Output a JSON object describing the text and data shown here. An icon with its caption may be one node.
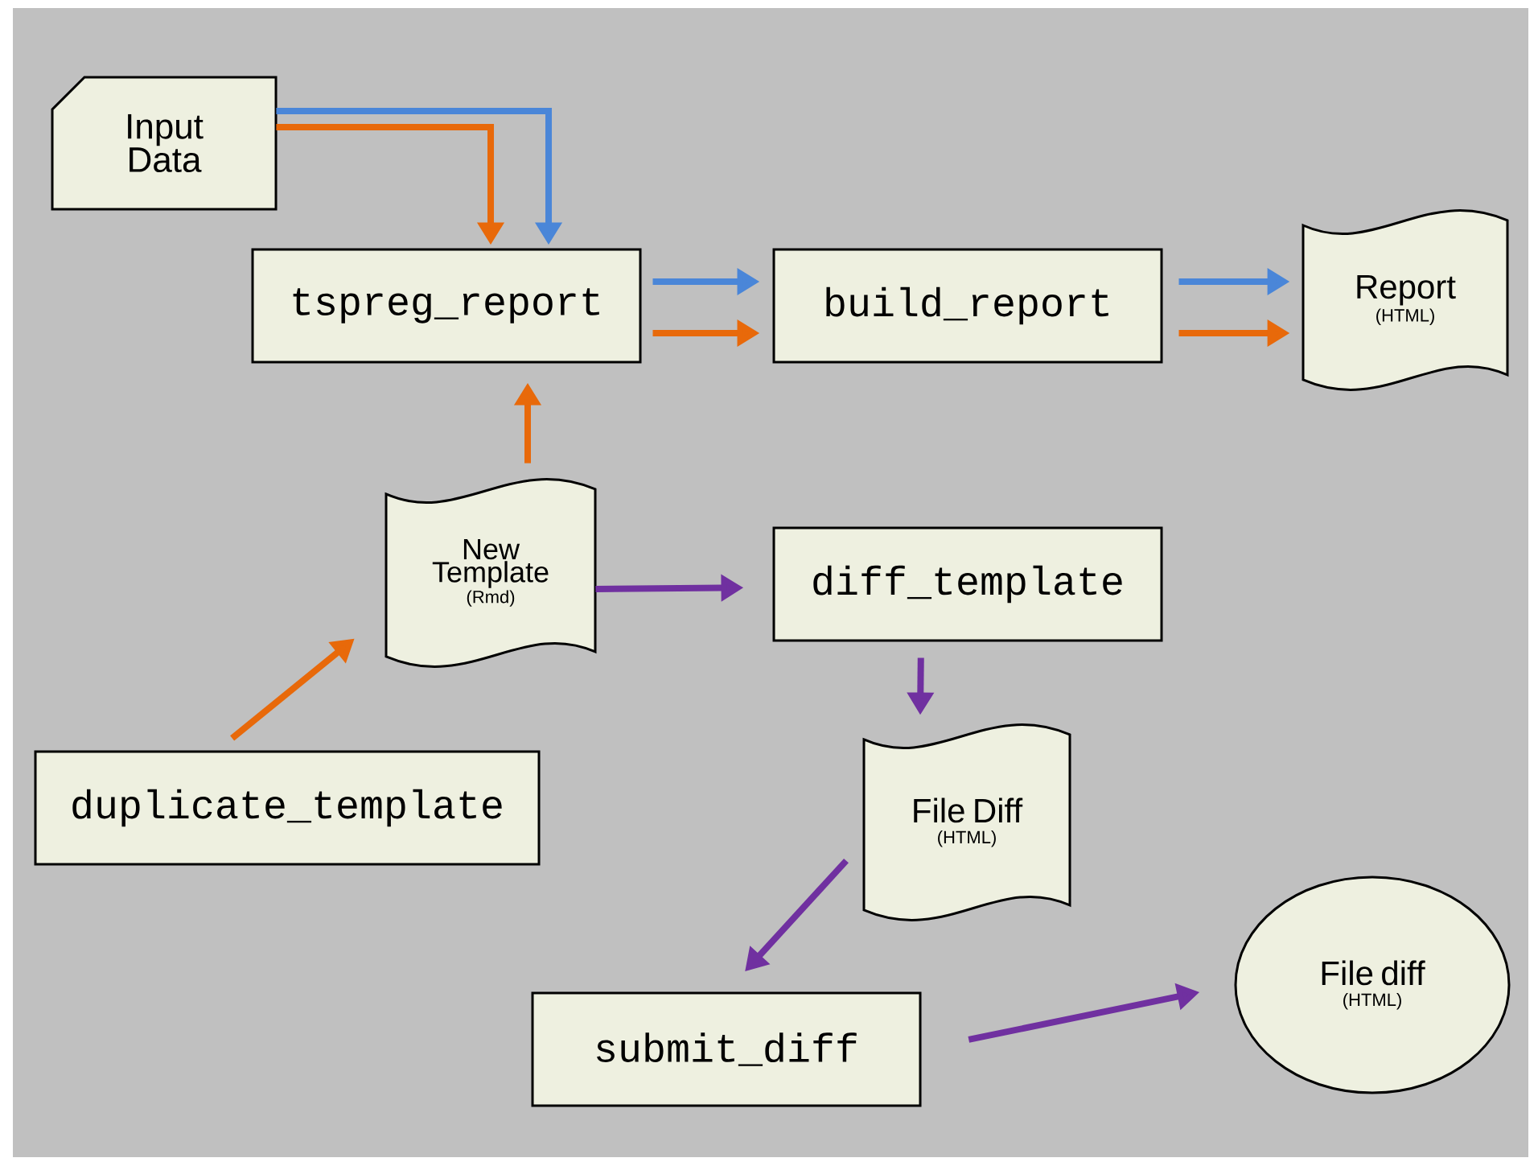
{
  "diagram": {
    "nodes": [
      {
        "text": [
          "Input Data"
        ]
      },
      {
        "text": [
          "tspreg_report"
        ]
      },
      {
        "text": [
          "build_report"
        ]
      },
      {
        "text": [
          "Report",
          "(HTML)"
        ]
      },
      {
        "text": [
          "New Template",
          "(Rmd)"
        ]
      },
      {
        "text": [
          "diff_template"
        ]
      },
      {
        "text": [
          "duplicate_template"
        ]
      },
      {
        "text": [
          "File Diff",
          "(HTML)"
        ]
      },
      {
        "text": [
          "submit_diff"
        ]
      },
      {
        "text": [
          "File diff",
          "(HTML)"
        ]
      }
    ],
    "edges": [
      {
        "from": 0,
        "to": 1,
        "arrow": "to",
        "color": "#4a86d8"
      },
      {
        "from": 0,
        "to": 1,
        "arrow": "to",
        "color": "#e8690a"
      },
      {
        "from": 1,
        "to": 2,
        "arrow": "to",
        "color": "#4a86d8"
      },
      {
        "from": 1,
        "to": 2,
        "arrow": "to",
        "color": "#e8690a"
      },
      {
        "from": 2,
        "to": 3,
        "arrow": "to",
        "color": "#4a86d8"
      },
      {
        "from": 2,
        "to": 3,
        "arrow": "to",
        "color": "#e8690a"
      },
      {
        "from": 4,
        "to": 1,
        "arrow": "to",
        "color": "#e8690a"
      },
      {
        "from": 6,
        "to": 4,
        "arrow": "to",
        "color": "#e8690a"
      },
      {
        "from": 4,
        "to": 5,
        "arrow": "to",
        "color": "#7030a0"
      },
      {
        "from": 5,
        "to": 7,
        "arrow": "to",
        "color": "#7030a0"
      },
      {
        "from": 7,
        "to": 8,
        "arrow": "to",
        "color": "#7030a0"
      },
      {
        "from": 8,
        "to": 9,
        "arrow": "to",
        "color": "#7030a0"
      }
    ]
  }
}
